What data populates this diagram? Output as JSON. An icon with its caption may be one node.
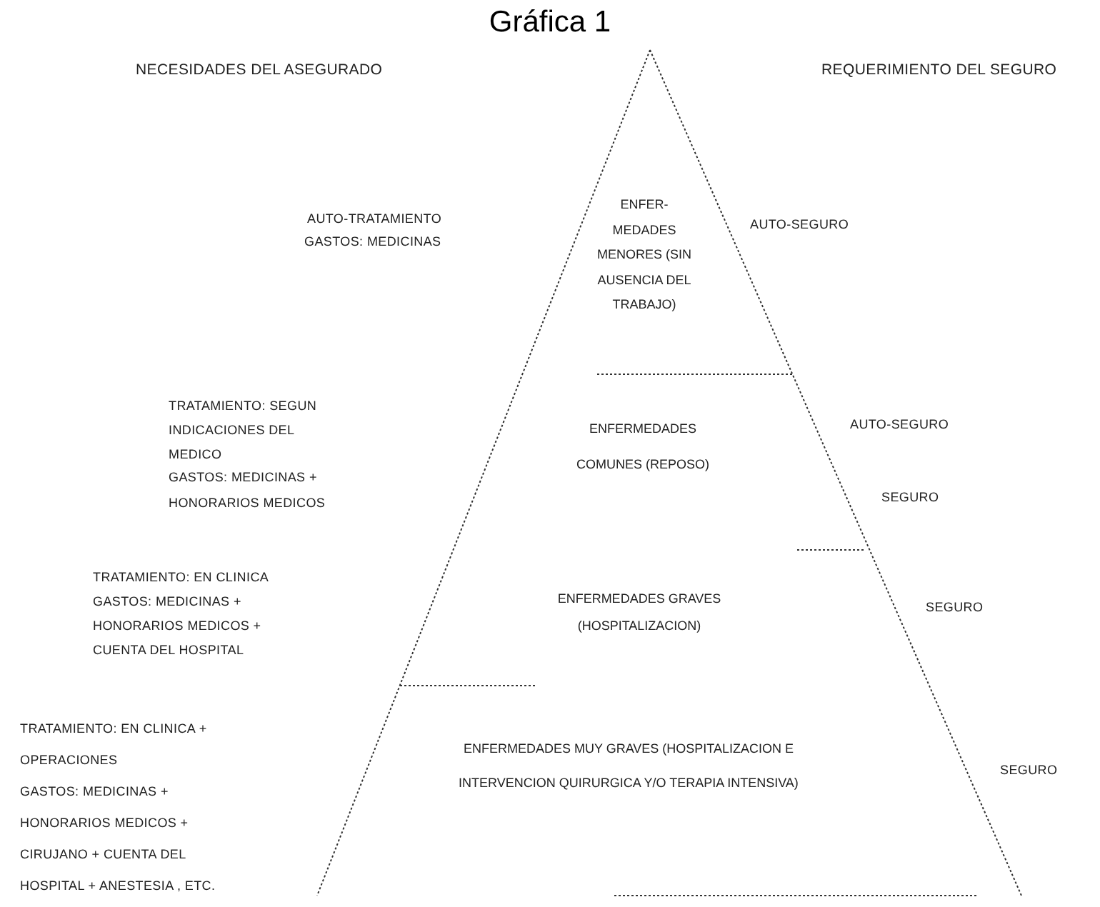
{
  "diagram": {
    "title": "Gráfica 1",
    "nodes": [
      {
        "text": [
          "ENFER- MEDADES MENORES (SIN AUSENCIA DEL TRABAJO)"
        ]
      },
      {
        "text": [
          "ENFERMEDADES COMUNES (REPOSO)"
        ]
      },
      {
        "text": [
          "ENFERMEDADES GRAVES (HOSPITALIZACION)"
        ]
      },
      {
        "text": [
          "ENFERMEDADES MUY GRAVES (HOSPITALIZACION E INTERVENCION QUIRURGICA Y/O TERAPIA INTENSIVA)"
        ]
      }
    ],
    "edges": [],
    "labels": [
      "NECESIDADES DEL ASEGURADO",
      "REQUERIMIENTO DEL SEGURO",
      "AUTO-TRATAMIENTO",
      "GASTOS: MEDICINAS",
      "AUTO-SEGURO",
      "TRATAMIENTO: SEGUN INDICACIONES DEL MEDICO",
      "GASTOS: MEDICINAS + HONORARIOS MEDICOS",
      "AUTO-SEGURO",
      "SEGURO",
      "TRATAMIENTO: EN CLINICA",
      "GASTOS: MEDICINAS + HONORARIOS MEDICOS + CUENTA DEL HOSPITAL",
      "SEGURO",
      "TRATAMIENTO: EN CLINICA + OPERACIONES",
      "GASTOS: MEDICINAS + HONORARIOS MEDICOS + CIRUJANO + CUENTA DEL HOSPITAL + ANESTESIA , ETC.",
      "SEGURO"
    ]
  }
}
